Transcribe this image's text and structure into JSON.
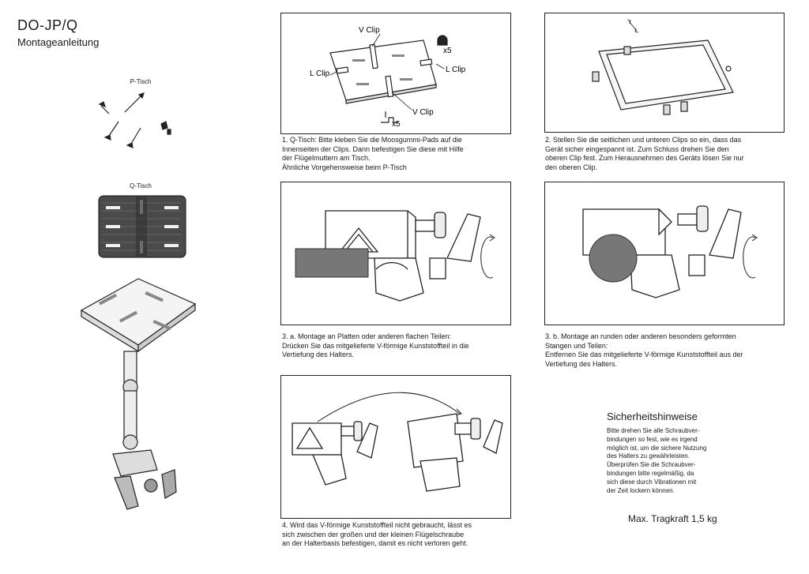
{
  "header": {
    "model": "DO-JP/Q",
    "subtitle": "Montageanleitung"
  },
  "left": {
    "p_label": "P-Tisch",
    "q_label": "Q-Tisch"
  },
  "panel1": {
    "labels": {
      "v_clip_top": "V Clip",
      "v_clip_bottom": "V Clip",
      "l_clip_left": "L Clip",
      "l_clip_right": "L Clip",
      "qty_pads": "x5",
      "qty_nuts": "x5"
    },
    "caption": "1. Q-Tisch: Bitte kleben Sie die Moosgummi-Pads auf die\nInnenseiten der Clips. Dann befestigen Sie diese mit Hilfe\nder Flügelmuttern am Tisch.\nÄhnliche Vorgehensweise beim P-Tisch"
  },
  "panel2": {
    "caption": "2. Stellen Sie die seitlichen und unteren Clips so ein, dass das\nGerät sicher eingespannt ist. Zum Schluss drehen Sie den\noberen Clip fest. Zum Herausnehmen des Geräts lösen Sie nur\nden oberen Clip."
  },
  "panel3a": {
    "caption": "3. a. Montage an Platten oder anderen flachen Teilen:\nDrücken Sie das mitgelieferte V-förmige Kunststoffteil in die\nVertiefung des Halters."
  },
  "panel3b": {
    "caption": "3. b. Montage an runden oder anderen besonders  geformten\nStangen und Teilen:\nEntfernen Sie das mitgelieferte V-förmige Kunststoffteil aus der\nVertiefung des Halters."
  },
  "panel4": {
    "caption": "4. Wird das V-förmige Kunststoffteil nicht gebraucht, lässt es\nsich zwischen der großen und der kleinen Flügelschraube\nan der Halterbasis befestigen, damit es nicht verloren geht."
  },
  "safety": {
    "title": "Sicherheitshinweise",
    "text": "Bitte drehen Sie alle Schraubver-\nbindungen so fest, wie es irgend\nmöglich ist, um die sichere Nutzung\ndes Halters zu gewährleisten.\nÜberprüfen Sie die Schraubver-\nbindungen bitte regelmäßig, da\nsich diese durch Vibrationen mit\nder Zeit lockern können.",
    "max_load": "Max. Tragkraft 1,5 kg"
  },
  "colors": {
    "ink": "#1a1a1a",
    "pad_gray": "#777777",
    "tray_dark": "#4a4a4a"
  }
}
